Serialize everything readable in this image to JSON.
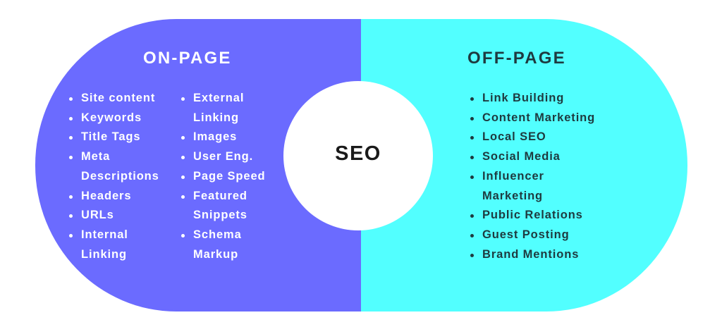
{
  "colors": {
    "on_page_bg": "#6b6bff",
    "off_page_bg": "#52ffff",
    "center_bg": "#ffffff",
    "on_page_text": "#ffffff",
    "off_page_text": "#1e3a3f",
    "center_text": "#1a1a1a"
  },
  "center": {
    "label": "SEO"
  },
  "on_page": {
    "title": "ON-PAGE",
    "column_1": [
      "Site content",
      "Keywords",
      "Title Tags",
      "Meta Descriptions",
      "Headers",
      "URLs",
      "Internal Linking"
    ],
    "column_2": [
      "External Linking",
      "Images",
      "User Eng.",
      "Page Speed",
      "Featured Snippets",
      "Schema Markup"
    ]
  },
  "off_page": {
    "title": "OFF-PAGE",
    "items": [
      "Link Building",
      "Content Marketing",
      "Local SEO",
      "Social Media",
      "Influencer Marketing",
      "Public Relations",
      "Guest Posting",
      "Brand Mentions"
    ]
  }
}
